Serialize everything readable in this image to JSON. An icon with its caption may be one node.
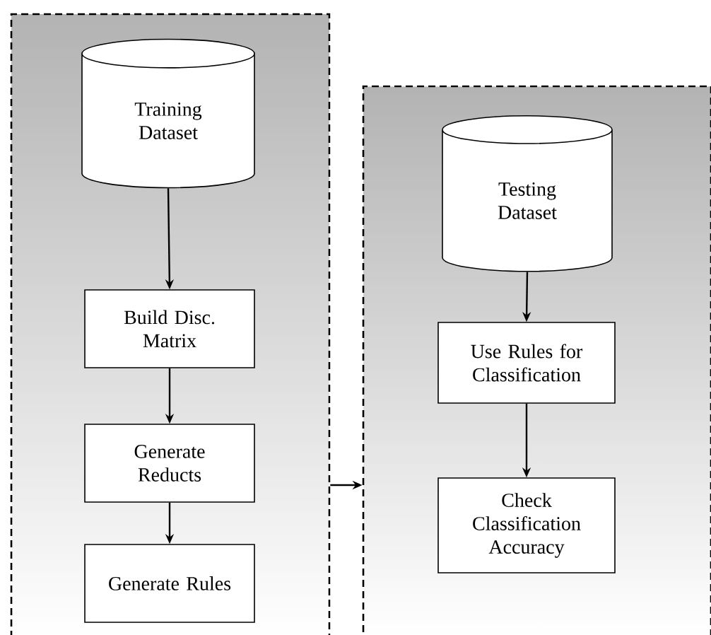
{
  "diagram": {
    "nodes": [
      {
        "text": [],
        "shape": "box"
      },
      {
        "text": [
          "Training Dataset"
        ],
        "in": 0
      },
      {
        "text": [
          "Build Disc. Matrix"
        ],
        "in": 0
      },
      {
        "text": [
          "Generate Reducts"
        ],
        "in": 0
      },
      {
        "text": [
          "Generate Rules"
        ],
        "in": 0
      },
      {
        "text": [],
        "shape": "box"
      },
      {
        "text": [
          "Testing Dataset"
        ],
        "in": 5
      },
      {
        "text": [
          "Use Rules for Classification"
        ],
        "in": 5
      },
      {
        "text": [
          "Check Classification Accuracy"
        ],
        "in": 5
      }
    ],
    "edges": [
      {
        "from": 1,
        "to": 2,
        "arrow": "to"
      },
      {
        "from": 2,
        "to": 3,
        "arrow": "to"
      },
      {
        "from": 3,
        "to": 4,
        "arrow": "to"
      },
      {
        "from": 0,
        "to": 5,
        "arrow": "to"
      },
      {
        "from": 6,
        "to": 7,
        "arrow": "to"
      },
      {
        "from": 7,
        "to": 8,
        "arrow": "to"
      }
    ]
  }
}
